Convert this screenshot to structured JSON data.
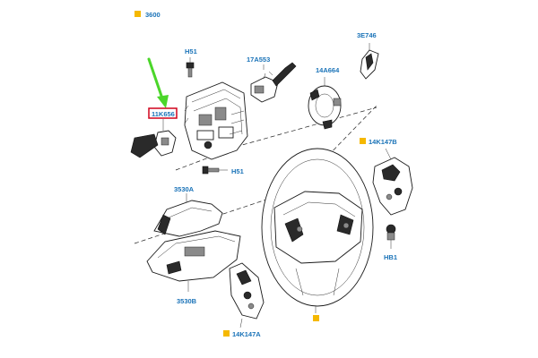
{
  "header": {
    "code": "3600"
  },
  "colors": {
    "marker": "#f5b800",
    "label": "#1a73b8",
    "arrow": "#4bd62a",
    "highlight": "#d0021b"
  },
  "labels": {
    "h51_top": "H51",
    "p17a553": "17A553",
    "p3e746": "3E746",
    "p14a664": "14A664",
    "p11k656": "11K656",
    "p14k147b": "14K147B",
    "h51_mid": "H51",
    "p3530a": "3530A",
    "hb1": "HB1",
    "p3530b": "3530B",
    "p14k147a": "14K147A"
  }
}
